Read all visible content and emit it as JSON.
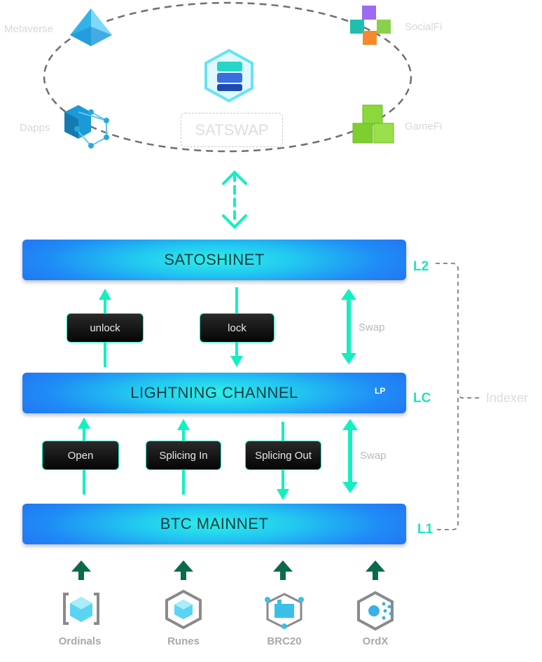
{
  "ecosystem": {
    "metaverse": "Metaverse",
    "socialfi": "SocialFi",
    "dapps": "Dapps",
    "gamefi": "GameFi",
    "satswap": "SATSWAP"
  },
  "layers": {
    "l2": {
      "name": "SATOSHINET",
      "level": "L2"
    },
    "lc": {
      "name": "LIGHTNING CHANNEL",
      "level": "LC",
      "badge": "LP"
    },
    "l1": {
      "name": "BTC MAINNET",
      "level": "L1"
    }
  },
  "l2_lc_actions": {
    "unlock": "unlock",
    "lock": "lock",
    "swap": "Swap"
  },
  "lc_l1_actions": {
    "open": "Open",
    "splicing_in": "Splicing In",
    "splicing_out": "Splicing Out",
    "swap": "Swap"
  },
  "indexer": "Indexer",
  "assets": [
    "Ordinals",
    "Runes",
    "BRC20",
    "OrdX"
  ],
  "colors": {
    "accent": "#18e6c0",
    "arrow": "#12f0c0",
    "dark_arrow": "#0c6a4c",
    "layer_gradient": [
      "#2ff0e8",
      "#1f8cf6",
      "#2563f2"
    ]
  }
}
